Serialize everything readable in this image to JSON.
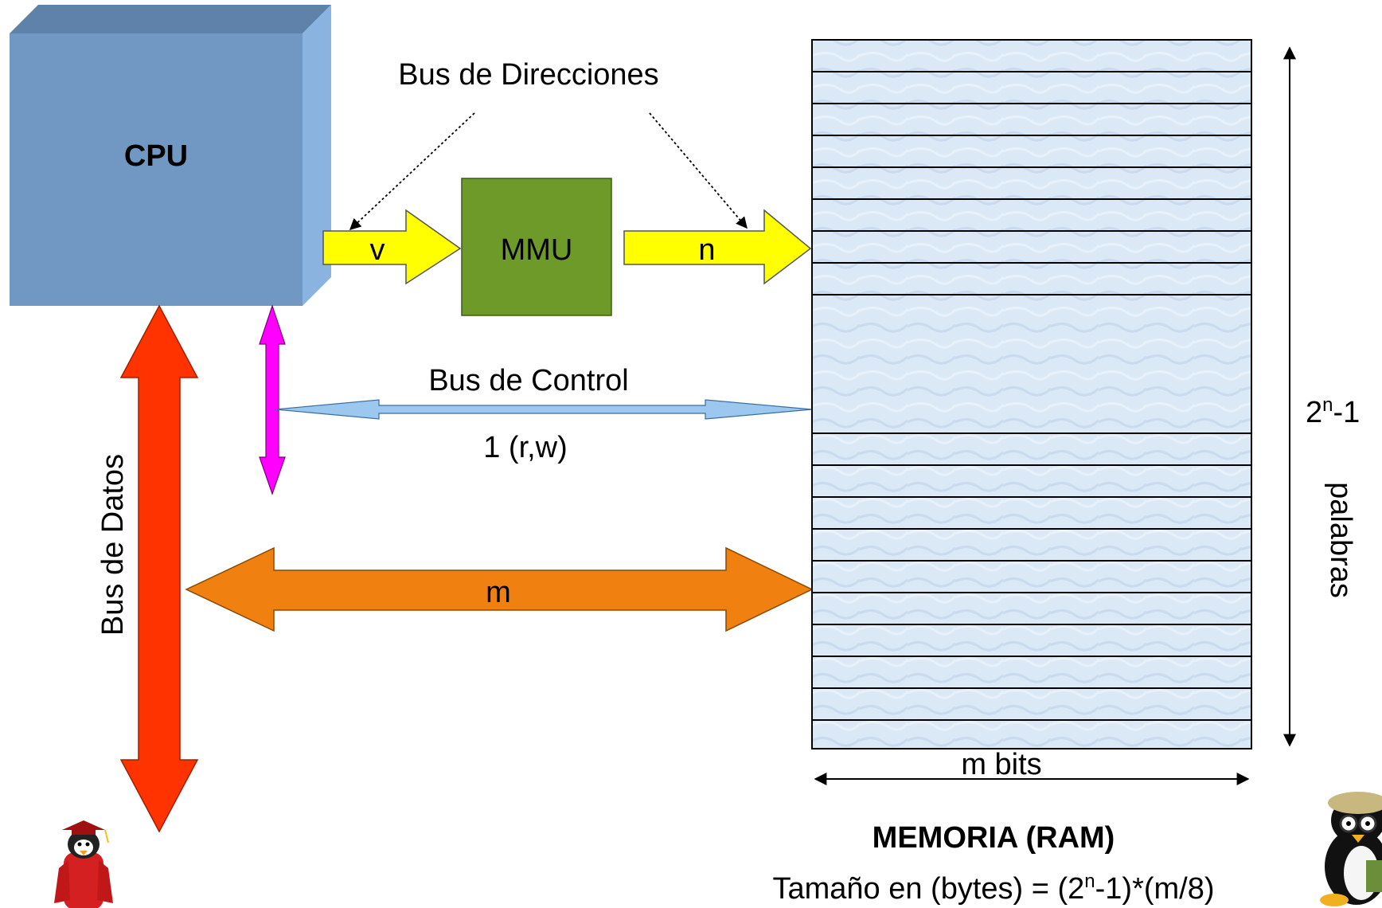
{
  "cpu": {
    "label": "CPU"
  },
  "mmu": {
    "label": "MMU"
  },
  "address_bus": {
    "title": "Bus de Direcciones",
    "virtual_label": "v",
    "physical_label": "n"
  },
  "control_bus": {
    "title": "Bus de Control",
    "width_label": "1 (r,w)"
  },
  "data_bus": {
    "title": "Bus de Datos",
    "width_label": "m"
  },
  "memory": {
    "word_count_base": "2",
    "word_count_exp": "n",
    "word_count_tail": "-1",
    "words_label": "palabras",
    "width_label": "m bits",
    "title": "MEMORIA (RAM)",
    "size_formula_prefix": "Tamaño en (bytes) = (2",
    "size_formula_exp": "n",
    "size_formula_suffix": "-1)*(m/8)"
  },
  "colors": {
    "cpu_front": "#7198c2",
    "cpu_top": "#5e82aa",
    "cpu_side": "#8ab3df",
    "mmu": "#6e9a2a",
    "address_arrow": "#ffff00",
    "control_arrow": "#9cc8f0",
    "control_vertical": "#ff00ff",
    "data_vertical": "#ff3300",
    "data_horizontal": "#f08010",
    "memory_fill": "#dbe8f6"
  },
  "decorations": [
    "graduate-penguin-icon",
    "explorer-penguin-icon"
  ]
}
